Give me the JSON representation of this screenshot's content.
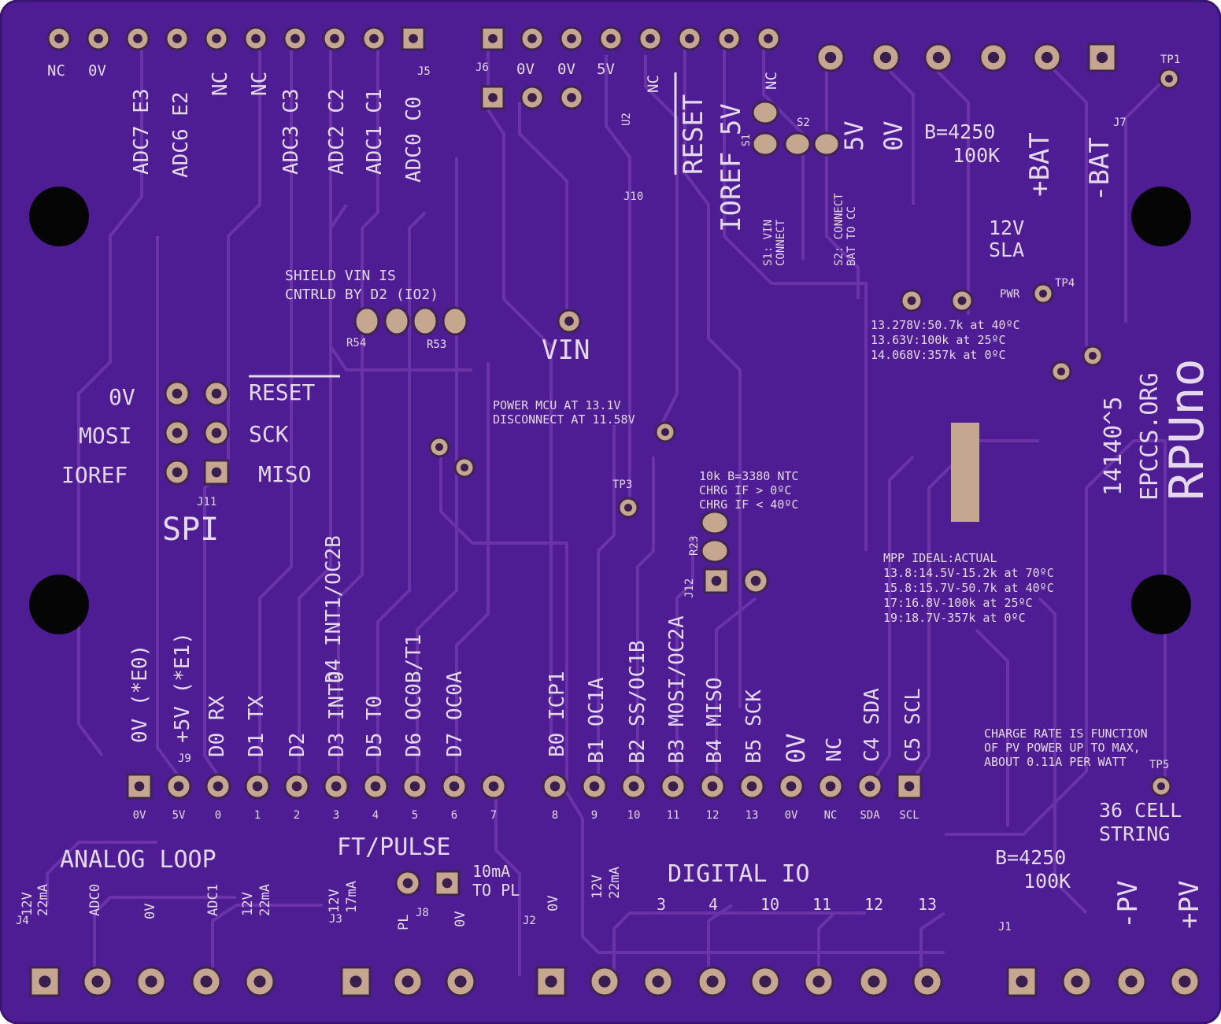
{
  "colors": {
    "board": "#4e1d94",
    "board_edge": "#3a1470",
    "trace": "#6a34a8",
    "silk": "#e4d8ec",
    "pad": "#c5a68e",
    "hole": "#050505"
  },
  "headers": {
    "j5": {
      "ref": "J5",
      "pins": [
        "NC",
        "0V"
      ],
      "signals": [
        "ADC7 E3",
        "ADC6 E2",
        "NC",
        "NC",
        "ADC3 C3",
        "ADC2 C2",
        "ADC1 C1",
        "ADC0 C0"
      ]
    },
    "j6": {
      "ref": "J6",
      "labels": [
        "0V",
        "0V",
        "5V"
      ]
    },
    "j9": {
      "ref": "J9",
      "signals": [
        "0V (*E0)",
        "+5V (*E1)",
        "D0 RX",
        "D1 TX",
        "D2",
        "D3 INT0",
        "D4 INT1/OC2B",
        "D5 T0",
        "D6 OC0B/T1",
        "D7 OC0A"
      ],
      "pins": [
        "0V",
        "5V",
        "0",
        "1",
        "2",
        "3",
        "4",
        "5",
        "6",
        "7"
      ]
    },
    "j2": {
      "signals": [
        "B0 ICP1",
        "B1 OC1A",
        "B2 SS/OC1B",
        "B3 MOSI/OC2A",
        "B4 MISO",
        "B5 SCK",
        "0V",
        "NC",
        "C4 SDA",
        "C5 SCL"
      ],
      "pins": [
        "8",
        "9",
        "10",
        "11",
        "12",
        "13",
        "0V",
        "NC",
        "SDA",
        "SCL"
      ]
    }
  },
  "spi": {
    "title": "SPI",
    "ref": "J11",
    "left": [
      "0V",
      "MOSI",
      "IOREF"
    ],
    "right": [
      "RESET",
      "SCK",
      "MISO"
    ]
  },
  "labels": {
    "reset_top": "RESET",
    "ioref5v": "IOREF 5V",
    "nc_u2": "NC",
    "nc_s1": "NC",
    "u2": "U2",
    "s1": "S1",
    "s2": "S2",
    "j10": "J10",
    "v5": "5V",
    "v0": "0V",
    "b4250_top": "B=4250",
    "k100_top": "100K",
    "bat_plus": "+BAT",
    "bat_minus": "-BAT",
    "j7": "J7",
    "tp1": "TP1",
    "sla1": "12V",
    "sla2": "SLA",
    "s1_note1": "S1: VIN",
    "s1_note2": "CONNECT",
    "s2_note1": "S2: CONNECT",
    "s2_note2": "BAT TO CC",
    "shield1": "SHIELD VIN IS",
    "shield2": "CNTRLD BY D2 (IO2)",
    "r54": "R54",
    "r53": "R53",
    "vin": "VIN",
    "pwr": "PWR",
    "tp4": "TP4",
    "therm1": "13.278V:50.7k at 40ºC",
    "therm2": "13.63V:100k at 25ºC",
    "therm3": "14.068V:357k at 0ºC",
    "power1": "POWER MCU AT 13.1V",
    "power2": "DISCONNECT AT 11.58V",
    "tp3": "TP3",
    "ntc1": "10k B=3380 NTC",
    "ntc2": "CHRG IF > 0ºC",
    "ntc3": "CHRG IF < 40ºC",
    "r23": "R23",
    "j12": "J12",
    "mpp0": "MPP IDEAL:ACTUAL",
    "mpp1": "13.8:14.5V-15.2k at 70ºC",
    "mpp2": "15.8:15.7V-50.7k at 40ºC",
    "mpp3": "17:16.8V-100k at 25ºC",
    "mpp4": "19:18.7V-357k at 0ºC",
    "side1": "14140^5",
    "side2": "EPCCS.ORG",
    "side3": "RPUno",
    "charge1": "CHARGE RATE IS FUNCTION",
    "charge2": "OF PV POWER UP TO MAX,",
    "charge3": "ABOUT 0.11A PER WATT",
    "tp5": "TP5",
    "cell1": "36 CELL",
    "cell2": "STRING",
    "b4250_bot": "B=4250",
    "k100_bot": "100K",
    "pv_minus": "-PV",
    "pv_plus": "+PV",
    "j1": "J1",
    "analog_loop": "ANALOG LOOP",
    "j4": "J4",
    "j4_12v": "12V",
    "j4_22ma": "22mA",
    "adc0": "ADC0",
    "v0_a": "0V",
    "adc1": "ADC1",
    "a12v": "12V",
    "a22ma": "22mA",
    "j3": "J3",
    "j3_12v": "12V",
    "j3_17ma": "17mA",
    "ftpulse": "FT/PULSE",
    "pl": "PL",
    "j8": "J8",
    "v0_b": "0V",
    "tenma1": "10mA",
    "tenma2": "TO PL",
    "j2": "J2",
    "d12v": "12V",
    "d22ma": "22mA",
    "v0_c": "0V",
    "digital_io": "DIGITAL IO",
    "dio": [
      "3",
      "4",
      "10",
      "11",
      "12",
      "13"
    ]
  }
}
